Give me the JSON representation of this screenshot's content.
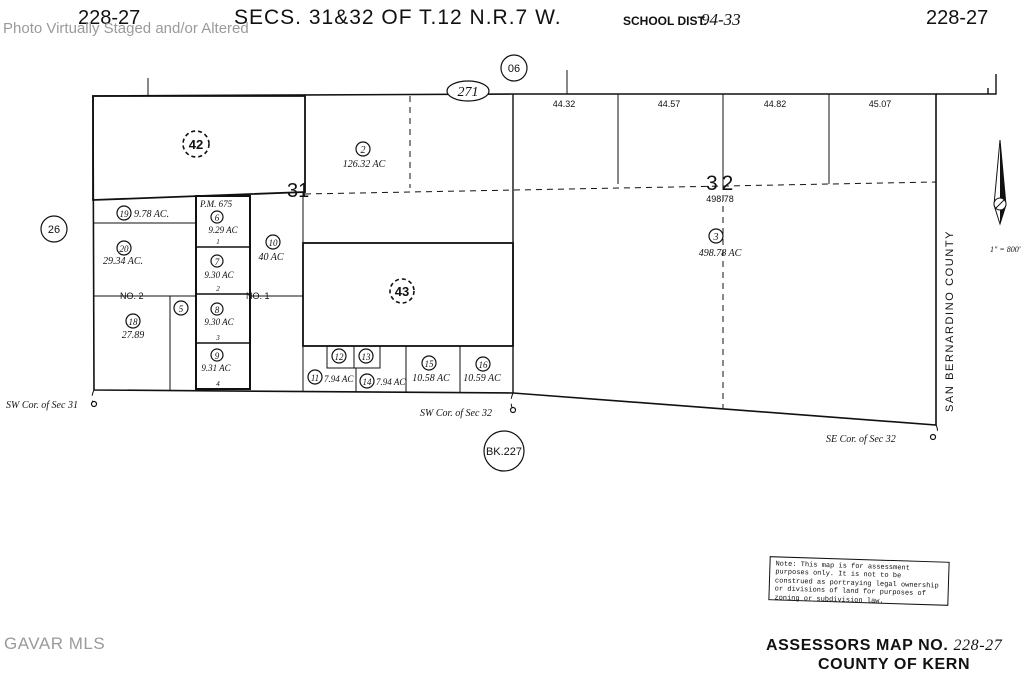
{
  "watermark": "Photo Virtually Staged and/or Altered",
  "mls_mark": "GAVAR MLS",
  "header": {
    "left_ref": "228-27",
    "title": "SECS. 31&32 OF T.12 N.R.7 W.",
    "school_dist_label": "SCHOOL DIST.",
    "school_dist_value": "94-33",
    "right_ref": "228-27"
  },
  "road": {
    "number": "271"
  },
  "map_refs": {
    "top": "06",
    "left": "26",
    "bottom": "BK.227"
  },
  "sections": {
    "sec31": "31",
    "sec32": "32",
    "sec32_acres": "498.78"
  },
  "top_lots": [
    "44.32",
    "44.57",
    "44.82",
    "45.07"
  ],
  "parcels": {
    "p42": "42",
    "p2": {
      "num": "2",
      "acres": "126.32 AC"
    },
    "p3": {
      "num": "3",
      "acres": "498.78 AC"
    },
    "p43": "43",
    "p19": {
      "num": "19",
      "acres": "9.78 AC."
    },
    "p20": {
      "num": "20",
      "acres": "29.34 AC."
    },
    "p18": {
      "num": "18",
      "acres": "27.89"
    },
    "p5": "5",
    "pm": "P.M. 675",
    "p6": {
      "num": "6",
      "acres": "9.29 AC"
    },
    "p7": {
      "num": "7",
      "acres": "9.30 AC"
    },
    "p8": {
      "num": "8",
      "acres": "9.30 AC"
    },
    "p9": {
      "num": "9",
      "acres": "9.31 AC"
    },
    "pm_lots": [
      "1",
      "2",
      "3",
      "4"
    ],
    "p10": {
      "num": "10",
      "acres": "40 AC"
    },
    "p11": {
      "num": "11",
      "acres": "7.94 AC"
    },
    "p12": "12",
    "p13": "13",
    "p14": {
      "num": "14",
      "acres": "7.94 AC"
    },
    "p15": {
      "num": "15",
      "acres": "10.58 AC"
    },
    "p16": {
      "num": "16",
      "acres": "10.59 AC"
    },
    "no2": "NO. 2",
    "no1": "NO. 1"
  },
  "corners": {
    "sw31": "SW Cor. of Sec 31",
    "sw32": "SW Cor. of Sec 32",
    "se32": "SE Cor. of Sec 32"
  },
  "county_boundary": "SAN BERNARDINO COUNTY",
  "north_arrow": {
    "scale": "1\" = 800'"
  },
  "note": "Note: This map is for assessment purposes only. It is not to be construed as portraying legal ownership or divisions of land for purposes of zoning or subdivision law.",
  "footer": {
    "assessor_label": "ASSESSORS MAP NO.",
    "assessor_no": "228-27",
    "county": "COUNTY OF KERN"
  }
}
